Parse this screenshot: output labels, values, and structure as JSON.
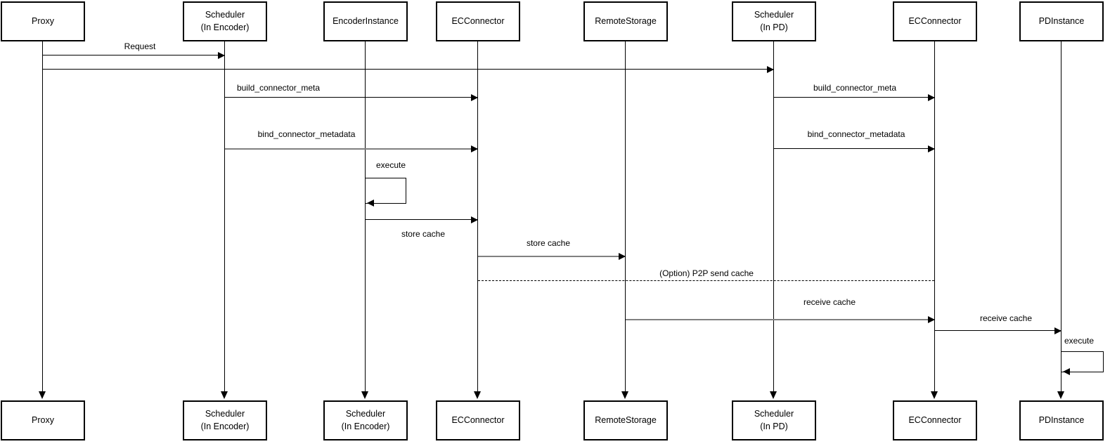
{
  "diagram": {
    "type": "uml-sequence-diagram",
    "colors": {
      "background": "#ffffff",
      "line": "#000000",
      "gray_line": "#808080",
      "box_fill": "#ffffff",
      "box_border": "#000000",
      "text": "#000000"
    },
    "actors": [
      {
        "id": "proxy",
        "top_label": "Proxy",
        "bottom_label": "Proxy"
      },
      {
        "id": "scheduler-encoder",
        "top_label": "Scheduler\n(In Encoder)",
        "bottom_label": "Scheduler\n(In Encoder)"
      },
      {
        "id": "encoder-instance",
        "top_label": "EncoderInstance",
        "bottom_label": "Scheduler\n(In Encoder)"
      },
      {
        "id": "ec-connector-1",
        "top_label": "ECConnector",
        "bottom_label": "ECConnector"
      },
      {
        "id": "remote-storage",
        "top_label": "RemoteStorage",
        "bottom_label": "RemoteStorage"
      },
      {
        "id": "scheduler-pd",
        "top_label": "Scheduler\n(In PD)",
        "bottom_label": "Scheduler\n(In PD)"
      },
      {
        "id": "ec-connector-2",
        "top_label": "ECConnector",
        "bottom_label": "ECConnector"
      },
      {
        "id": "pd-instance",
        "top_label": "PDInstance",
        "bottom_label": "PDInstance"
      }
    ],
    "messages": [
      {
        "label": "Request",
        "from": "proxy",
        "to": "scheduler-encoder",
        "style": "solid-black"
      },
      {
        "label": "",
        "from": "proxy",
        "to": "scheduler-pd",
        "style": "solid-black"
      },
      {
        "label": "build_connector_meta",
        "from": "scheduler-encoder",
        "to": "ec-connector-1",
        "style": "solid-black"
      },
      {
        "label": "build_connector_meta",
        "from": "scheduler-pd",
        "to": "ec-connector-2",
        "style": "solid-black"
      },
      {
        "label": "bind_connector_metadata",
        "from": "scheduler-encoder",
        "to": "ec-connector-1",
        "style": "solid-gray"
      },
      {
        "label": "bind_connector_metadata",
        "from": "scheduler-pd",
        "to": "ec-connector-2",
        "style": "solid-black"
      },
      {
        "label": "execute",
        "from": "encoder-instance",
        "to": "encoder-instance",
        "style": "self-loop"
      },
      {
        "label": "store cache",
        "from": "encoder-instance",
        "to": "ec-connector-1",
        "style": "solid-black"
      },
      {
        "label": "store cache",
        "from": "ec-connector-1",
        "to": "remote-storage",
        "style": "solid-gray"
      },
      {
        "label": "(Option) P2P send cache",
        "from": "ec-connector-1",
        "to": "ec-connector-2",
        "style": "dashed"
      },
      {
        "label": "receive cache",
        "from": "remote-storage",
        "to": "ec-connector-2",
        "style": "solid-gray"
      },
      {
        "label": "receive cache",
        "from": "ec-connector-2",
        "to": "pd-instance",
        "style": "solid-black"
      },
      {
        "label": "execute",
        "from": "pd-instance",
        "to": "pd-instance",
        "style": "self-loop"
      }
    ]
  }
}
